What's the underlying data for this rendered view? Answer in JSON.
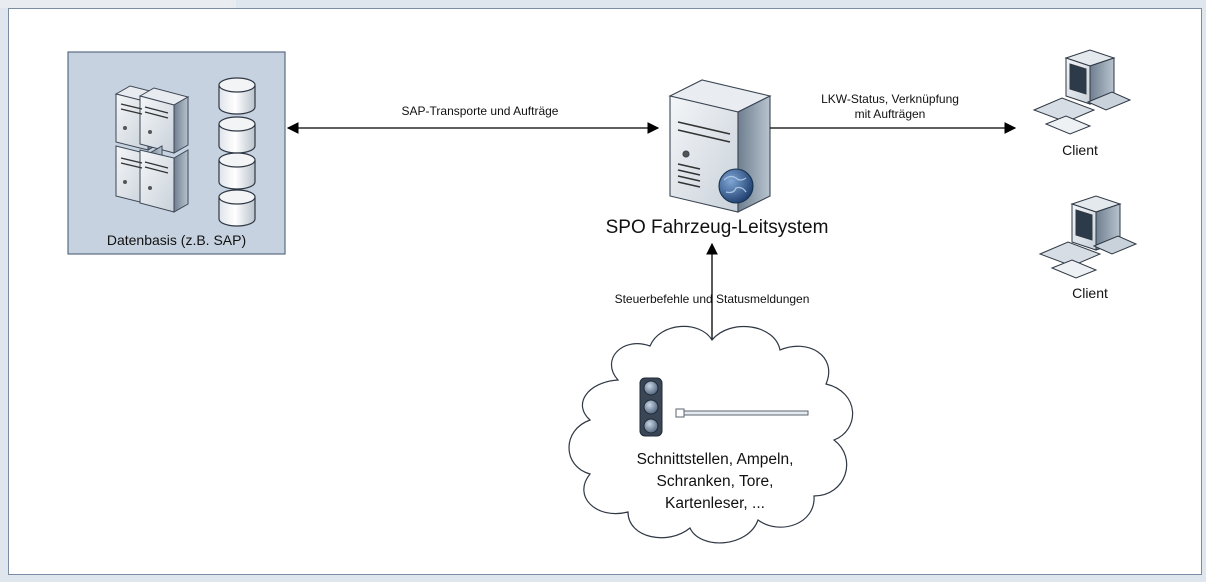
{
  "database": {
    "label": "Datenbasis (z.B. SAP)",
    "icon": "server-cluster-icon"
  },
  "server": {
    "label": "SPO Fahrzeug-Leitsystem",
    "icon": "web-server-icon"
  },
  "connections": {
    "db_to_server": "SAP-Transporte und Aufträge",
    "server_to_client": [
      "LKW-Status, Verknüpfung",
      "mit Aufträgen"
    ],
    "server_to_cloud": "Steuerbefehle und Statusmeldungen"
  },
  "clients": [
    {
      "label": "Client",
      "icon": "computer-icon"
    },
    {
      "label": "Client",
      "icon": "computer-icon"
    }
  ],
  "cloud": {
    "lines": [
      "Schnittstellen, Ampeln,",
      "Schranken, Tore,",
      "Kartenleser, ..."
    ],
    "icon": "traffic-light-icon"
  },
  "colors": {
    "box_fill": "#c6d2df",
    "box_border": "#5a6c82",
    "frame_border": "#7b8da3"
  }
}
